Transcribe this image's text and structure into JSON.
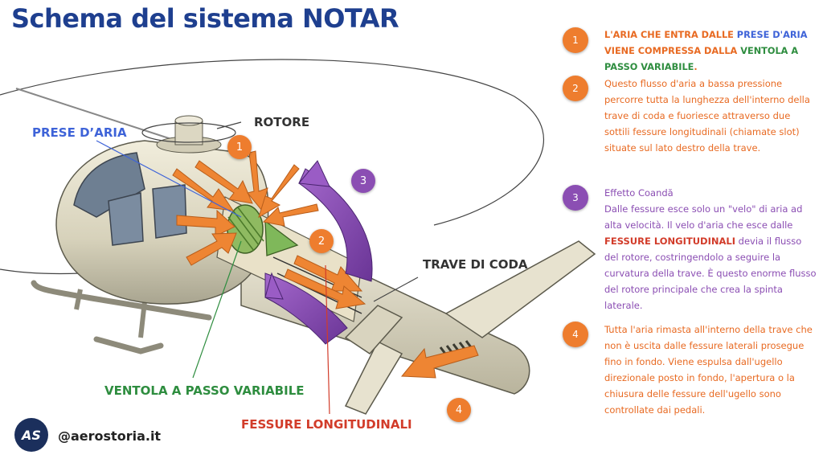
{
  "title": "Schema del sistema NOTAR",
  "labels": {
    "prese_aria": "PRESE D’ARIA",
    "rotore": "ROTORE",
    "trave_di_coda": "TRAVE DI CODA",
    "ventola": "VENTOLA A PASSO VARIABILE",
    "fessure": "FESSURE LONGITUDINALI"
  },
  "diagram_badges": [
    "1",
    "2",
    "3",
    "4"
  ],
  "steps": [
    {
      "number": "1",
      "parts": {
        "a": "L'ARIA CHE ENTRA DALLE ",
        "b": "PRESE D'ARIA",
        "c": " VIENE COMPRESSA DALLA ",
        "d": "VENTOLA A PASSO VARIABILE",
        "e": "."
      }
    },
    {
      "number": "2",
      "text": "Questo flusso d'aria a bassa pressione percorre tutta la lunghezza dell'interno della trave di coda e fuoriesce attraverso due sottili fessure longitudinali (chiamate slot) situate sul lato destro della trave."
    },
    {
      "number": "3",
      "heading": "Effetto Coandă",
      "parts": {
        "a": "Dalle fessure esce solo un \"velo\" di aria ad alta velocità. Il velo d'aria che esce dalle ",
        "b": "FESSURE LONGITUDINALI",
        "c": " devia il flusso del rotore, costringendolo a seguire la curvatura della trave. È questo enorme flusso del rotore principale che crea la spinta laterale."
      }
    },
    {
      "number": "4",
      "text": "Tutta l'aria rimasta all'interno della trave che non è uscita dalle fessure laterali prosegue fino in fondo. Viene espulsa dall'ugello direzionale posto in fondo, l'apertura o la chiusura delle fessure dell'ugello sono controllate dai pedali."
    }
  ],
  "footer": {
    "logo_text": "AS",
    "handle": "@aerostoria.it"
  },
  "colors": {
    "title": "#1e3f8f",
    "orange": "#ee7d2e",
    "purple": "#8b4eb3",
    "blue_label": "#3e63d8",
    "green_label": "#2e8d3f",
    "red_label": "#d23c2a"
  },
  "icons": {
    "logo": "aerostoria-logo-icon",
    "helicopter": "helicopter-illustration"
  }
}
